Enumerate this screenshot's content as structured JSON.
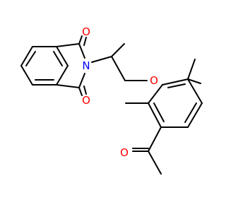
{
  "molecule": {
    "atoms": {
      "o1": {
        "symbol": "O",
        "color": "#ff0000"
      },
      "n": {
        "symbol": "N",
        "color": "#0000ff"
      },
      "o2": {
        "symbol": "O",
        "color": "#ff0000"
      },
      "o_ether": {
        "symbol": "O",
        "color": "#ff0000"
      },
      "o_acetyl": {
        "symbol": "O",
        "color": "#ff0000"
      }
    },
    "colors": {
      "bond": "#000000",
      "oxygen": "#ff0000",
      "nitrogen": "#0000ff",
      "background": "#ffffff"
    }
  }
}
